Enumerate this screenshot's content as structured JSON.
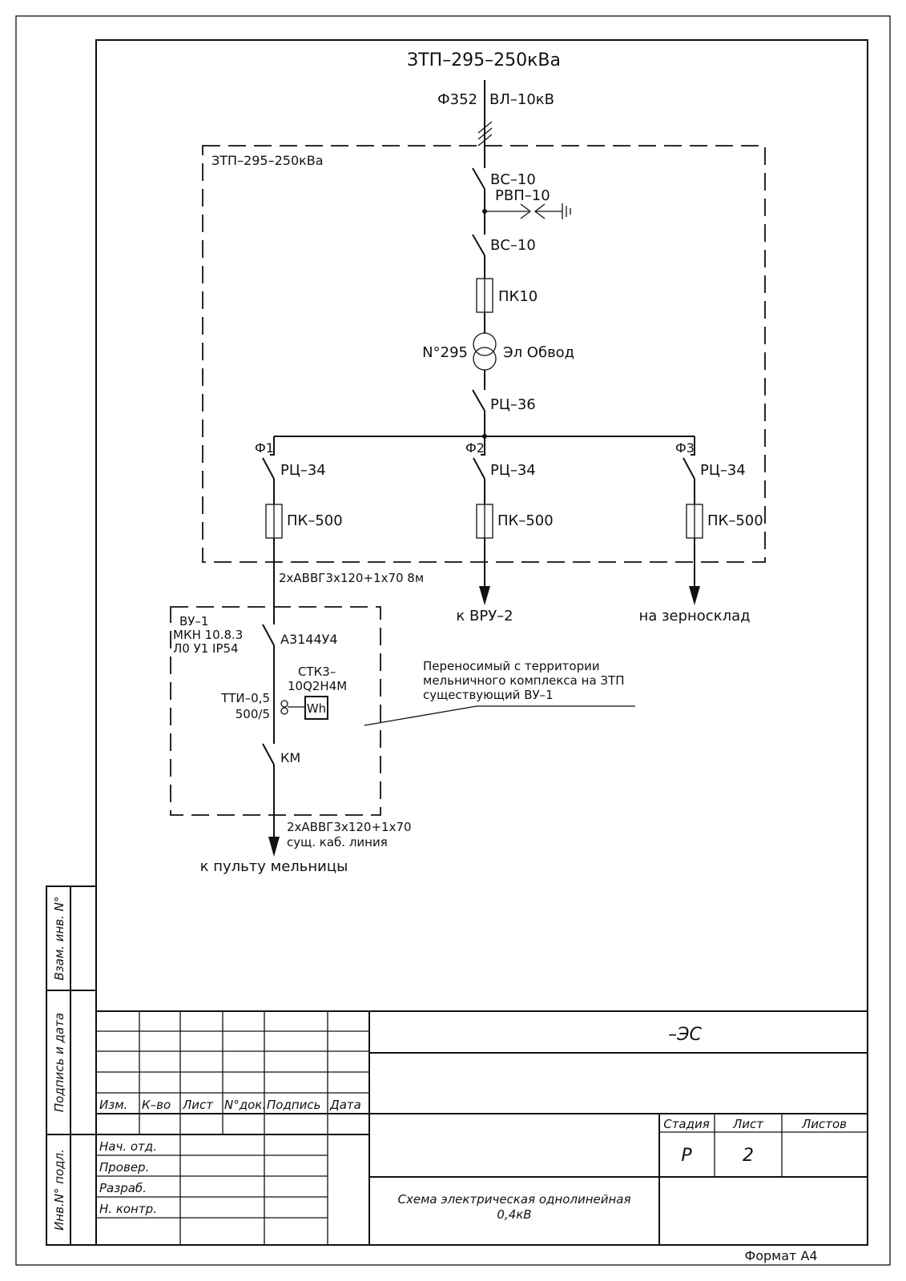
{
  "header": {
    "title": "ЗТП–295–250кВа"
  },
  "feed": {
    "feeder": "Ф352",
    "line": "ВЛ–10кВ"
  },
  "substation": {
    "box_label": "ЗТП–295–250кВа",
    "switch1": "ВС–10",
    "arrester": "РВП–10",
    "switch2": "ВС–10",
    "fuse": "ПК10",
    "transformer_no": "N°295",
    "transformer_owner": "Эл Обвод",
    "main_switch": "РЦ–36"
  },
  "feeders": [
    {
      "name": "Ф1",
      "switch": "РЦ–34",
      "fuse": "ПК–500",
      "cable": "2хАВВГ3х120+1х70 8м"
    },
    {
      "name": "Ф2",
      "switch": "РЦ–34",
      "fuse": "ПК–500",
      "dest": "к ВРУ–2"
    },
    {
      "name": "Ф3",
      "switch": "РЦ–34",
      "fuse": "ПК–500",
      "dest": "на зерносклад"
    }
  ],
  "vu": {
    "label1": "ВУ–1",
    "label2": "МКН 10.8.3",
    "label3": "Л0 У1 IP54",
    "breaker": "А3144У4",
    "meter_model_1": "СТК3–",
    "meter_model_2": "10Q2Н4М",
    "ct_1": "ТТИ–0,5",
    "ct_2": "500/5",
    "meter_symbol": "Wh",
    "contactor": "КМ",
    "cable_1": "2хАВВГ3х120+1х70",
    "cable_2": "сущ. каб. линия",
    "dest": "к пульту мельницы"
  },
  "note": {
    "line1": "Переносимый с территории",
    "line2": "мельничного комплекса на ЗТП",
    "line3": "существующий ВУ–1"
  },
  "side_stamps": {
    "vzam": "Взам. инв. N°",
    "podpis": "Подпись и дата",
    "inv": "Инв.N° подл."
  },
  "title_block": {
    "code": "–ЭС",
    "headers": [
      "Изм.",
      "К–во",
      "Лист",
      "N°док.",
      "Подпись",
      "Дата"
    ],
    "roles": [
      "Нач. отд.",
      "Провер.",
      "Разраб.",
      "Н. контр."
    ],
    "stage_label": "Стадия",
    "sheet_label": "Лист",
    "sheets_label": "Листов",
    "stage_value": "Р",
    "sheet_value": "2",
    "sheets_value": "",
    "doc_title_1": "Схема электрическая однолинейная",
    "doc_title_2": "0,4кВ"
  },
  "footer": {
    "format": "Формат А4"
  }
}
